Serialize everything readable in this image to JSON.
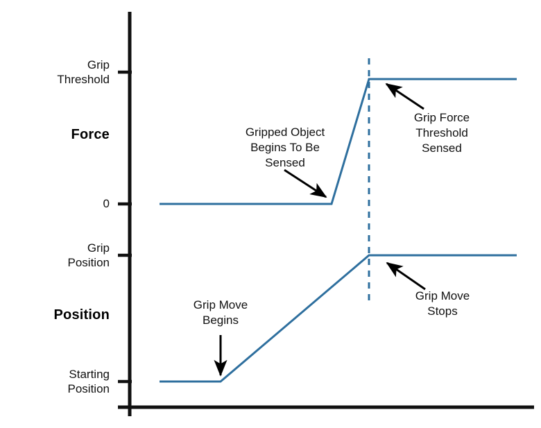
{
  "chart_data": {
    "type": "line",
    "title": "",
    "subtitle": "",
    "xlabel": "",
    "grid": false,
    "legend": false,
    "panels": [
      {
        "name": "force",
        "axis_title": "Force",
        "ylabel": "Force",
        "ytick_labels": [
          "Grip\nThreshold",
          "0"
        ],
        "ytick_values": [
          "Grip Threshold",
          "0"
        ],
        "series": [
          {
            "name": "Force",
            "color": "#2E6F9E",
            "points": [
              {
                "x": 0.0,
                "y": 0
              },
              {
                "x": 0.45,
                "y": 0
              },
              {
                "x": 0.55,
                "y": "Grip Threshold"
              },
              {
                "x": 1.0,
                "y": "Grip Threshold"
              }
            ]
          }
        ],
        "annotations": [
          {
            "name": "gripped-object-sensed",
            "text": "Gripped Object\nBegins To Be\nSensed",
            "arrow": "down-right"
          },
          {
            "name": "grip-force-threshold-sensed",
            "text": "Grip Force\nThreshold\nSensed",
            "arrow": "up-left"
          }
        ]
      },
      {
        "name": "position",
        "axis_title": "Position",
        "ylabel": "Position",
        "ytick_labels": [
          "Grip\nPosition",
          "Starting\nPosition"
        ],
        "ytick_values": [
          "Grip Position",
          "Starting Position"
        ],
        "series": [
          {
            "name": "Position",
            "color": "#2E6F9E",
            "points": [
              {
                "x": 0.0,
                "y": "Starting Position"
              },
              {
                "x": 0.17,
                "y": "Starting Position"
              },
              {
                "x": 0.55,
                "y": "Grip Position"
              },
              {
                "x": 1.0,
                "y": "Grip Position"
              }
            ]
          }
        ],
        "annotations": [
          {
            "name": "grip-move-begins",
            "text": "Grip Move\nBegins",
            "arrow": "down"
          },
          {
            "name": "grip-move-stops",
            "text": "Grip Move\nStops",
            "arrow": "up-left"
          }
        ]
      }
    ],
    "marker_line": {
      "name": "event-marker",
      "style": "dashed",
      "color": "#2E6F9E",
      "label": ""
    },
    "colors": {
      "line": "#2E6F9E",
      "axis": "#111111",
      "text": "#101010",
      "background": "#FFFFFF"
    }
  },
  "ticks": {
    "grip_threshold": "Grip\nThreshold",
    "zero": "0",
    "grip_position": "Grip\nPosition",
    "starting_position": "Starting\nPosition"
  },
  "axis_titles": {
    "force": "Force",
    "position": "Position"
  },
  "annotations": {
    "gripped_object": "Gripped Object\nBegins To Be\nSensed",
    "grip_force_threshold": "Grip Force\nThreshold\nSensed",
    "grip_move_begins": "Grip Move\nBegins",
    "grip_move_stops": "Grip Move\nStops"
  }
}
